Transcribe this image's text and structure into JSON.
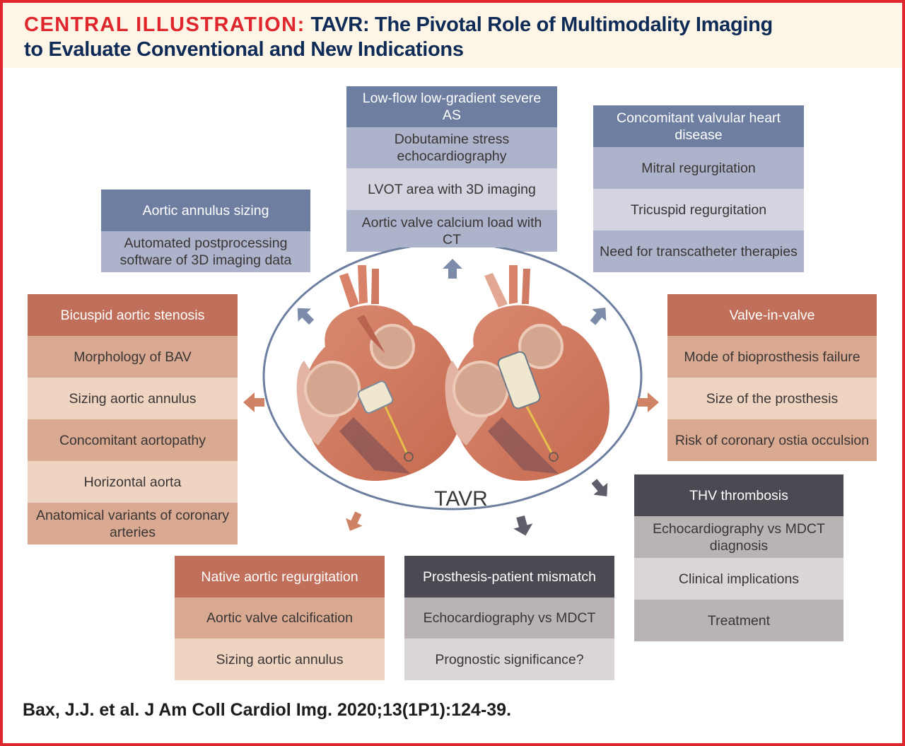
{
  "header": {
    "label": "CENTRAL ILLUSTRATION:",
    "title_line1": "TAVR: The Pivotal Role of Multimodality Imaging",
    "title_line2": "to Evaluate Conventional and New Indications"
  },
  "center_label": "TAVR",
  "colors": {
    "frame": "#e0262d",
    "title": "#0e2a56",
    "blue_header": "#6e7ea0",
    "orange_header": "#c0705a",
    "dark_header": "#4b4a53"
  },
  "boxes": {
    "aortic_annulus": {
      "title": "Aortic annulus sizing",
      "items": [
        "Automated postprocessing software of 3D imaging data"
      ]
    },
    "low_flow": {
      "title": "Low-flow low-gradient severe AS",
      "items": [
        "Dobutamine stress echocardiography",
        "LVOT area with 3D imaging",
        "Aortic valve calcium load with CT"
      ]
    },
    "concomitant_vhd": {
      "title": "Concomitant valvular heart disease",
      "items": [
        "Mitral regurgitation",
        "Tricuspid regurgitation",
        "Need for transcatheter therapies"
      ]
    },
    "bicuspid": {
      "title": "Bicuspid aortic stenosis",
      "items": [
        "Morphology of BAV",
        "Sizing aortic annulus",
        "Concomitant aortopathy",
        "Horizontal aorta",
        "Anatomical variants of coronary arteries"
      ]
    },
    "valve_in_valve": {
      "title": "Valve-in-valve",
      "items": [
        "Mode of bioprosthesis failure",
        "Size of the prosthesis",
        "Risk of coronary ostia occulsion"
      ]
    },
    "thv_thrombosis": {
      "title": "THV thrombosis",
      "items": [
        "Echocardiography vs MDCT diagnosis",
        "Clinical implications",
        "Treatment"
      ]
    },
    "native_ar": {
      "title": "Native aortic regurgitation",
      "items": [
        "Aortic valve calcification",
        "Sizing aortic annulus"
      ]
    },
    "ppm": {
      "title": "Prosthesis-patient mismatch",
      "items": [
        "Echocardiography vs MDCT",
        "Prognostic significance?"
      ]
    }
  },
  "citation": "Bax, J.J. et al. J Am Coll Cardiol Img. 2020;13(1P1):124-39."
}
